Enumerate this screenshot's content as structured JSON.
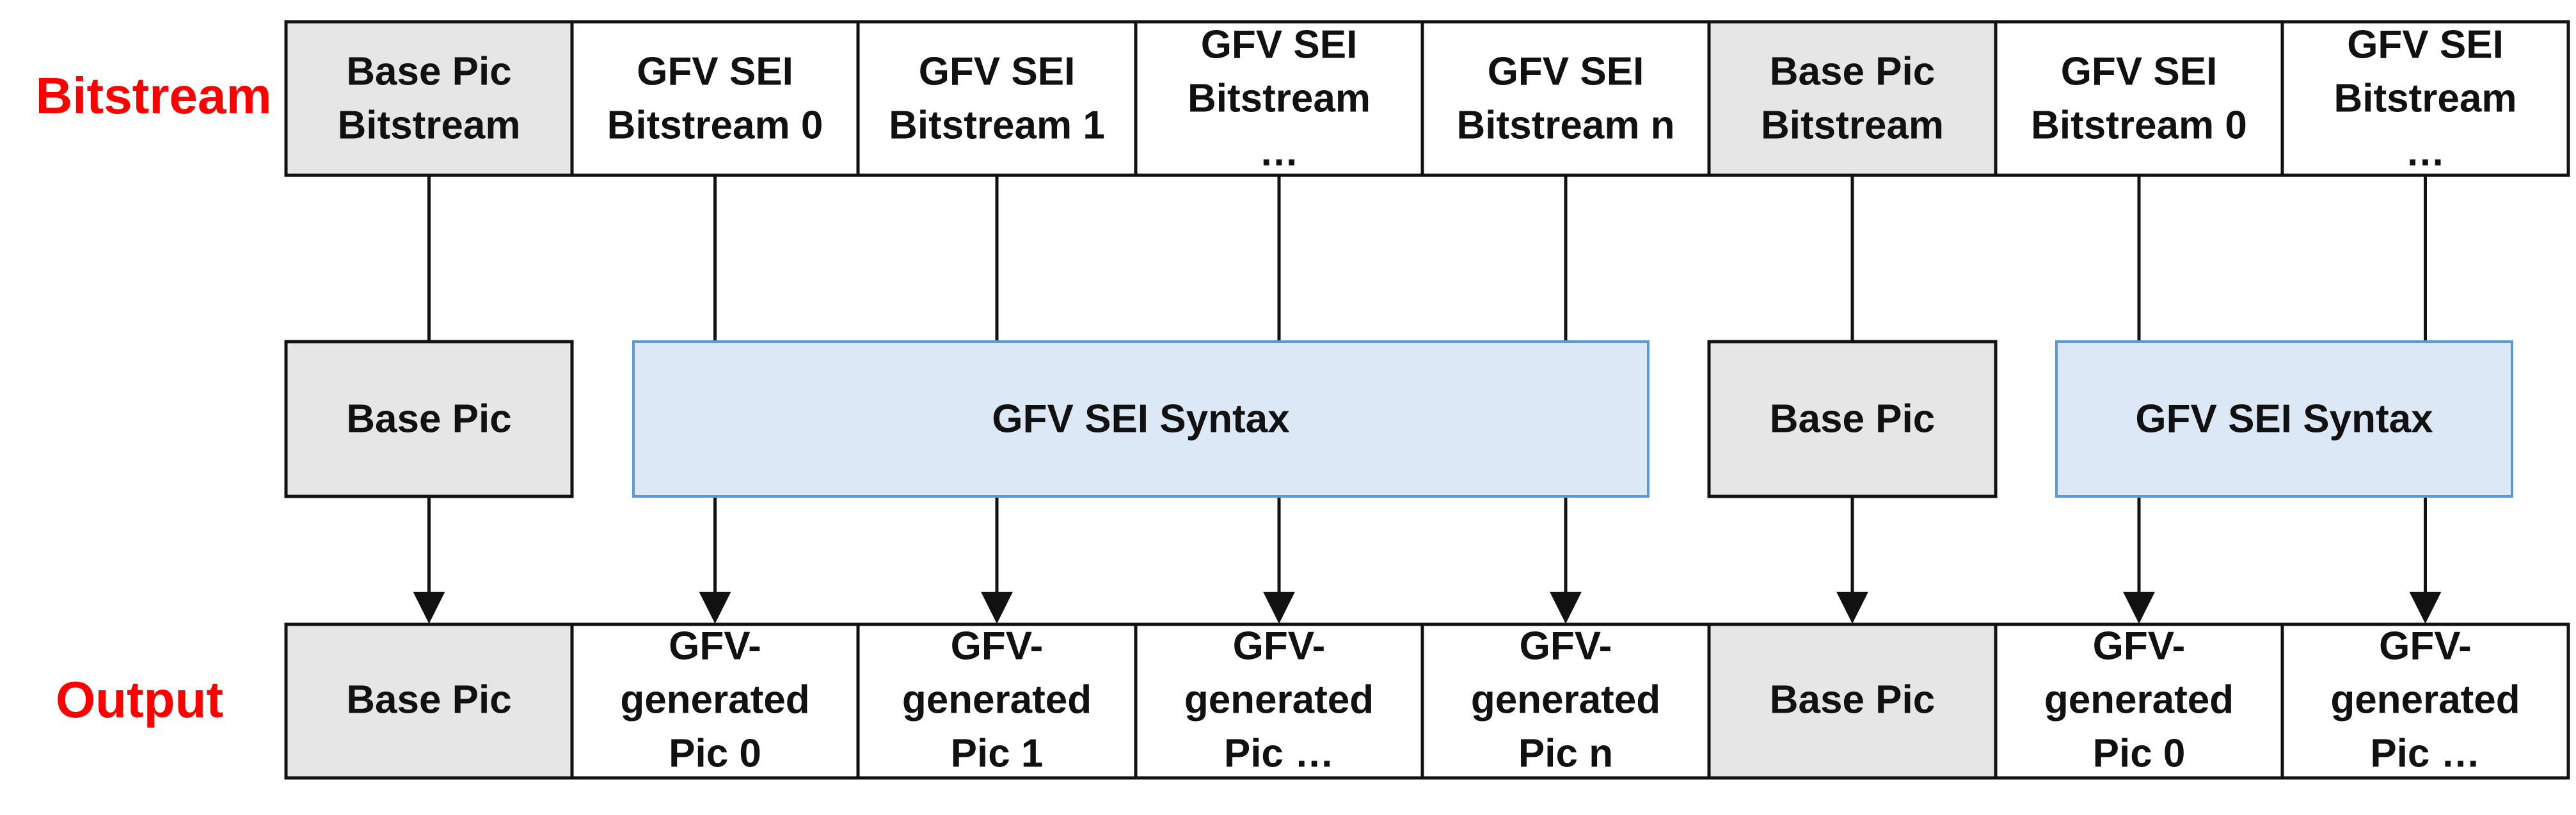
{
  "labels": {
    "bitstream": "Bitstream",
    "output": "Output"
  },
  "colors": {
    "label_red": "#ff0000",
    "base_fill": "#e6e6e6",
    "sei_fill": "#dce8f5",
    "sei_border": "#5b9bd5",
    "line": "#111111"
  },
  "bitstream_row": [
    {
      "kind": "base",
      "lines": [
        "Base Pic",
        "Bitstream"
      ]
    },
    {
      "kind": "sei",
      "lines": [
        "GFV SEI",
        "Bitstream 0"
      ]
    },
    {
      "kind": "sei",
      "lines": [
        "GFV SEI",
        "Bitstream 1"
      ]
    },
    {
      "kind": "sei",
      "lines": [
        "GFV SEI",
        "Bitstream",
        "…"
      ]
    },
    {
      "kind": "sei",
      "lines": [
        "GFV SEI",
        "Bitstream n"
      ]
    },
    {
      "kind": "base",
      "lines": [
        "Base Pic",
        "Bitstream"
      ]
    },
    {
      "kind": "sei",
      "lines": [
        "GFV SEI",
        "Bitstream 0"
      ]
    },
    {
      "kind": "sei",
      "lines": [
        "GFV SEI",
        "Bitstream",
        "…"
      ]
    }
  ],
  "middle_row": [
    {
      "kind": "base",
      "label": "Base Pic"
    },
    {
      "kind": "syntax",
      "label": "GFV SEI Syntax"
    },
    {
      "kind": "base",
      "label": "Base Pic"
    },
    {
      "kind": "syntax",
      "label": "GFV SEI Syntax"
    }
  ],
  "output_row": [
    {
      "kind": "base",
      "lines": [
        "Base Pic"
      ]
    },
    {
      "kind": "gen",
      "lines": [
        "GFV-",
        "generated",
        "Pic 0"
      ]
    },
    {
      "kind": "gen",
      "lines": [
        "GFV-",
        "generated",
        "Pic 1"
      ]
    },
    {
      "kind": "gen",
      "lines": [
        "GFV-",
        "generated",
        "Pic …"
      ]
    },
    {
      "kind": "gen",
      "lines": [
        "GFV-",
        "generated",
        "Pic n"
      ]
    },
    {
      "kind": "base",
      "lines": [
        "Base Pic"
      ]
    },
    {
      "kind": "gen",
      "lines": [
        "GFV-",
        "generated",
        "Pic 0"
      ]
    },
    {
      "kind": "gen",
      "lines": [
        "GFV-",
        "generated",
        "Pic …"
      ]
    }
  ]
}
